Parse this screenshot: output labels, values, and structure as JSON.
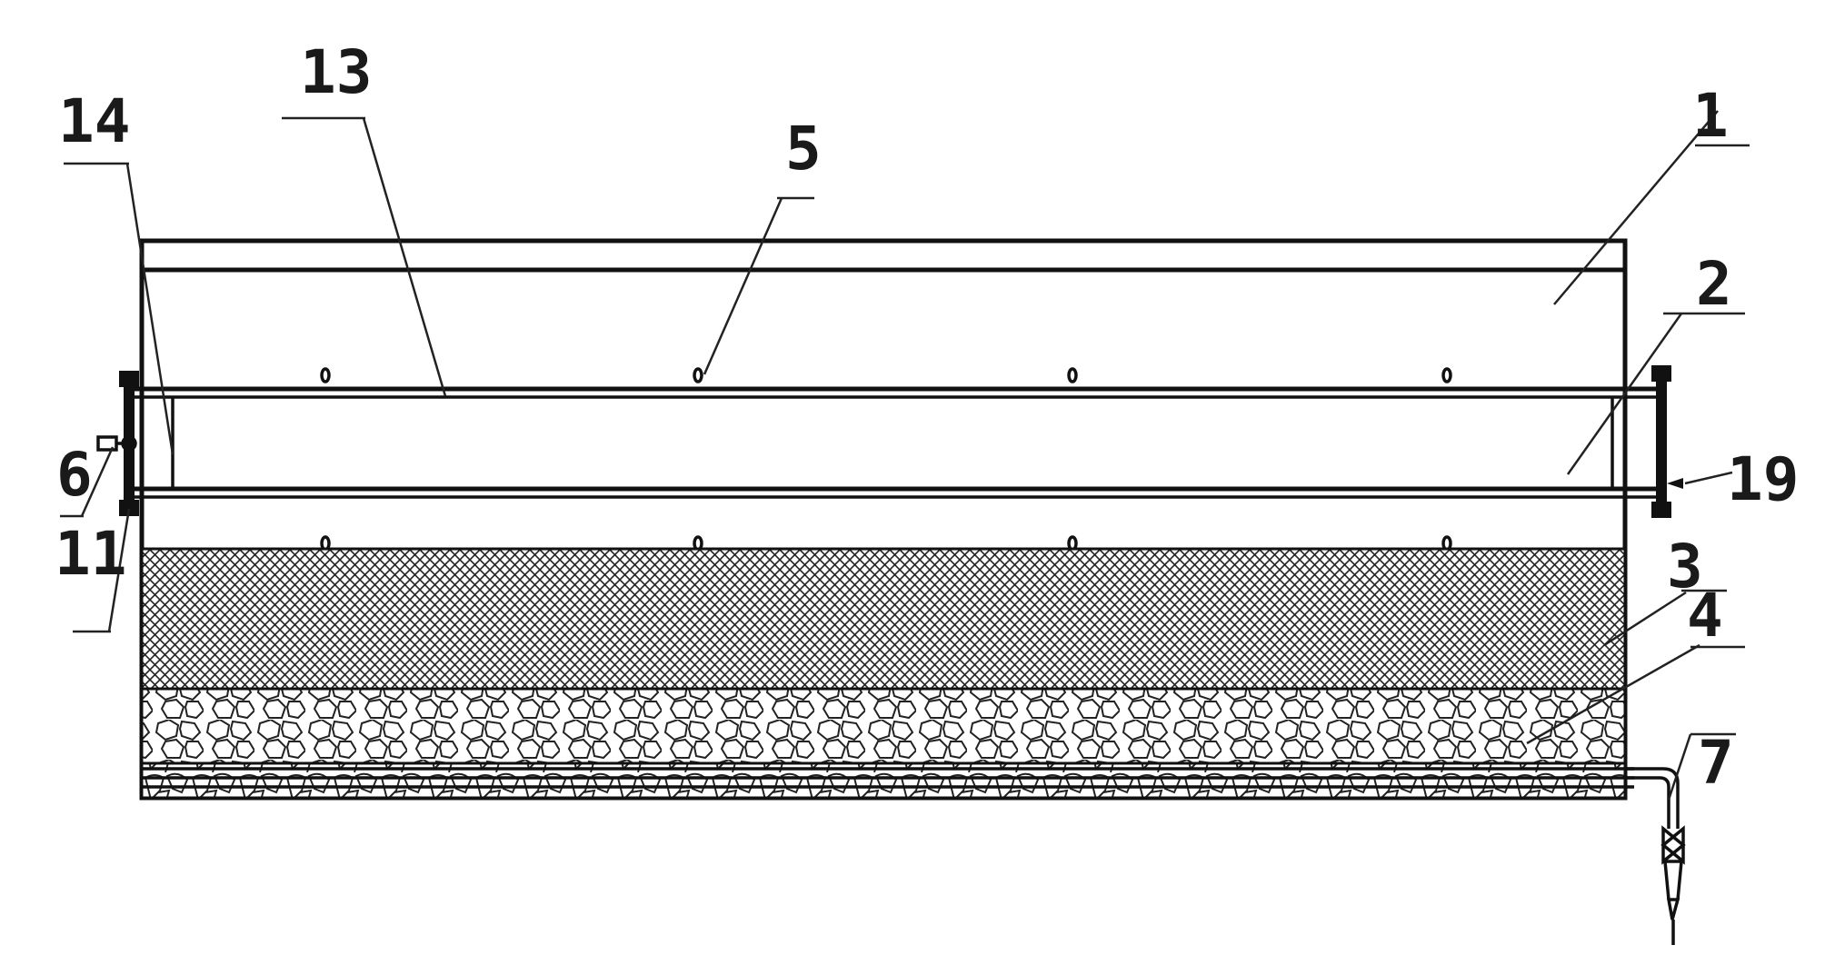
{
  "diagram": {
    "labels": [
      {
        "id": "label-1",
        "text": "1"
      },
      {
        "id": "label-2",
        "text": "2"
      },
      {
        "id": "label-3",
        "text": "3"
      },
      {
        "id": "label-4",
        "text": "4"
      },
      {
        "id": "label-5",
        "text": "5"
      },
      {
        "id": "label-6",
        "text": "6"
      },
      {
        "id": "label-7",
        "text": "7"
      },
      {
        "id": "label-11",
        "text": "11"
      },
      {
        "id": "label-13",
        "text": "13"
      },
      {
        "id": "label-14",
        "text": "14"
      },
      {
        "id": "label-19",
        "text": "19"
      }
    ]
  }
}
